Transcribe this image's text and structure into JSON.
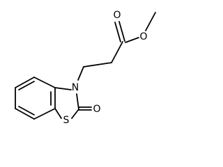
{
  "molecule": {
    "atoms": {
      "ester_oxygen_top": "O",
      "ester_oxygen_side": "O",
      "ring_nitrogen": "N",
      "ring_sulfur": "S",
      "carbonyl_oxygen": "O"
    },
    "colors": {
      "bond": "#000000",
      "label": "#000000",
      "background": "#ffffff"
    }
  }
}
